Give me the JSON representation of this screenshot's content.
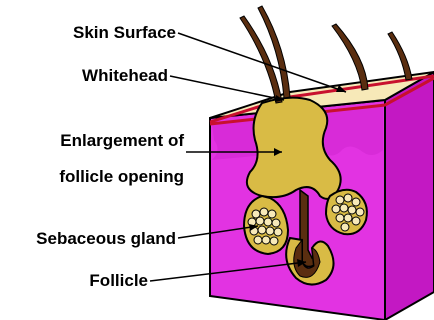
{
  "diagram": {
    "labels": {
      "skin_surface": "Skin Surface",
      "whitehead": "Whitehead",
      "enlargement_line1": "Enlargement of",
      "enlargement_line2": "follicle opening",
      "sebaceous_gland": "Sebaceous gland",
      "follicle": "Follicle"
    },
    "colors": {
      "dermis": "#e233e2",
      "dermis_dark": "#c318c3",
      "surface": "#f7e9b8",
      "epidermis_red": "#c8102e",
      "sebum": "#d9bb45",
      "hair": "#5a2e10",
      "outline": "#000000"
    }
  }
}
